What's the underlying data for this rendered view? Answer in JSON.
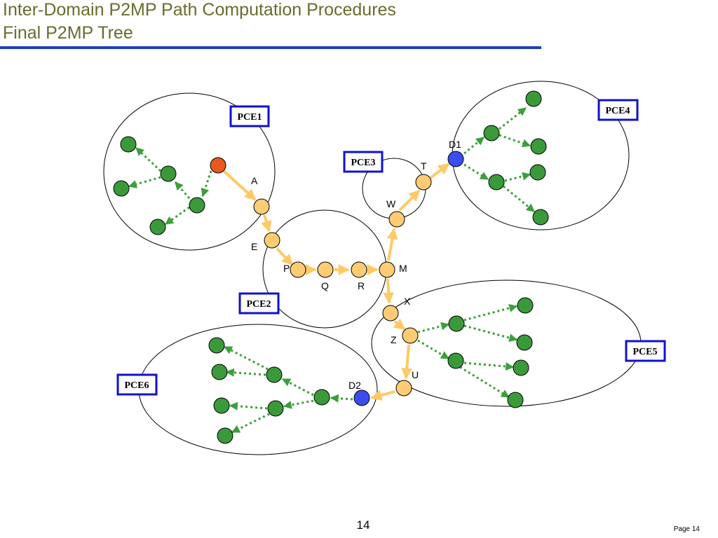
{
  "title": "Inter-Domain P2MP Path Computation Procedures",
  "subtitle": "Final P2MP Tree",
  "page_number": "14",
  "page_label": "Page 14",
  "colors": {
    "source": "#e8581c",
    "transit": "#ffcc73",
    "boundary_destination": "#3a4ef0",
    "leaf": "#3a9a3a",
    "path_arrow": "#ffc966",
    "leaf_arrow": "#3aa03a",
    "pce_box": "#1111cc",
    "title": "#6b6b2e",
    "rule": "#1f3fbf"
  },
  "domains": [
    {
      "id": "pce1",
      "label": "PCE1"
    },
    {
      "id": "pce2",
      "label": "PCE2"
    },
    {
      "id": "pce3",
      "label": "PCE3"
    },
    {
      "id": "pce4",
      "label": "PCE4"
    },
    {
      "id": "pce5",
      "label": "PCE5"
    },
    {
      "id": "pce6",
      "label": "PCE6"
    }
  ],
  "nodes": {
    "A": "A",
    "E": "E",
    "P": "P",
    "Q": "Q",
    "R": "R",
    "M": "M",
    "W": "W",
    "T": "T",
    "D1": "D1",
    "X": "X",
    "Z": "Z",
    "U": "U",
    "D2": "D2"
  }
}
